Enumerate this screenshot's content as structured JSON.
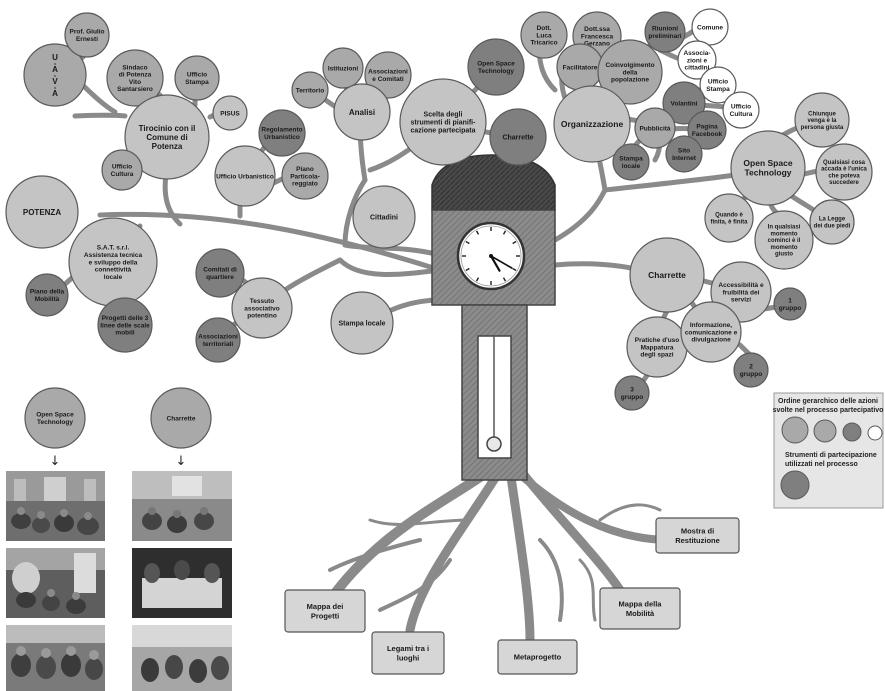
{
  "colors": {
    "branch": "#8a8a8a",
    "node_dark": "#7f7f7f",
    "node_mid": "#a9a9a9",
    "node_light": "#c4c4c4",
    "node_white": "#ffffff",
    "outline": "#5a5a5a",
    "clock_body": "#8c8c8c",
    "clock_top": "#4a4a4a",
    "result_box": "#d6d6d6",
    "legend_box": "#e6e6e6"
  },
  "nodes": {
    "uava": [
      "U",
      "A",
      "V",
      "A"
    ],
    "prof_ernesti": [
      "Prof. Giulio",
      "Ernesti"
    ],
    "sindaco": [
      "Sindaco",
      "di Potenza",
      "Vito",
      "Santarsiero"
    ],
    "ufficio_stampa_top": [
      "Ufficio",
      "Stampa"
    ],
    "pisus": [
      "PISUS"
    ],
    "tirocinio": [
      "Tirocinio con il",
      "Comune di",
      "Potenza"
    ],
    "regolamento": [
      "Regolamento",
      "Urbanistico"
    ],
    "ufficio_urbanistico": [
      "Ufficio Urbanistico"
    ],
    "piano_particolareggiato": [
      "Piano",
      "Particola-",
      "reggiato"
    ],
    "ufficio_cultura_left": [
      "Ufficio",
      "Cultura"
    ],
    "potenza": [
      "POTENZA"
    ],
    "sat": [
      "S.A.T. s.r.l.",
      "Assistenza tecnica",
      "e sviluppo della",
      "connettività",
      "locale"
    ],
    "piano_mobilita_left": [
      "Piano della",
      "Mobilità"
    ],
    "progetti_scale": [
      "Progetti delle 3",
      "linee delle scale",
      "mobili"
    ],
    "istituzioni": [
      "Istituzioni"
    ],
    "associazioni_comitati": [
      "Associazioni",
      "e Comitati"
    ],
    "territorio": [
      "Territorio"
    ],
    "analisi": [
      "Analisi"
    ],
    "open_space_small": [
      "Open Space",
      "Technology"
    ],
    "scelta_strumenti": [
      "Scelta degli",
      "strumenti di pianifi-",
      "cazione partecipata"
    ],
    "charrette_small": [
      "Charrette"
    ],
    "cittadini": [
      "Cittadini"
    ],
    "comitati_quartiere": [
      "Comitati di",
      "quartiere"
    ],
    "tessuto_associativo": [
      "Tessuto",
      "associativo",
      "potentino"
    ],
    "associazioni_territoriali": [
      "Associazioni",
      "territoriali"
    ],
    "stampa_locale_mid": [
      "Stampa locale"
    ],
    "dott_tricarico": [
      "Dott.",
      "Luca",
      "Tricarico"
    ],
    "dott_gerzano": [
      "Dott.ssa",
      "Francesca",
      "Gerzano"
    ],
    "facilitatore": [
      "Facilitatore"
    ],
    "riunioni": [
      "Riunioni",
      "preliminari"
    ],
    "comune": [
      "Comune"
    ],
    "associazioni_cittadini": [
      "Associa-",
      "zioni e",
      "cittadini"
    ],
    "coinvolgimento": [
      "Coinvolgimento",
      "della",
      "popolazione"
    ],
    "ufficio_stampa_right": [
      "Ufficio",
      "Stampa"
    ],
    "volantini": [
      "Volantini"
    ],
    "ufficio_cultura_right": [
      "Ufficio",
      "Cultura"
    ],
    "organizzazione": [
      "Organizzazione"
    ],
    "pubblicita": [
      "Pubblicità"
    ],
    "pagina_facebook": [
      "Pagina",
      "Facebook"
    ],
    "stampa_locale_right": [
      "Stampa",
      "locale"
    ],
    "sito_internet": [
      "Sito",
      "Internet"
    ],
    "open_space_big": [
      "Open Space",
      "Technology"
    ],
    "chiunque": [
      "Chiunque",
      "venga è la",
      "persona giusta"
    ],
    "qualsiasi_cosa": [
      "Qualsiasi cosa",
      "accada è l'unica",
      "che poteva",
      "succedere"
    ],
    "quando_finita": [
      "Quando è",
      "finita, è finita"
    ],
    "in_qualsiasi": [
      "In qualsiasi",
      "momento",
      "cominci è il",
      "momento",
      "giusto"
    ],
    "legge_piedi": [
      "La Legge",
      "dei due piedi"
    ],
    "charrette_big": [
      "Charrette"
    ],
    "accessibilita": [
      "Accessibilità e",
      "fruibilità dei",
      "servizi"
    ],
    "gruppo_1": [
      "1",
      "gruppo"
    ],
    "pratiche_uso": [
      "Pratiche d'uso",
      "Mappatura",
      "degli spazi"
    ],
    "informazione": [
      "Informazione,",
      "comunicazione e",
      "divulgazione"
    ],
    "gruppo_2": [
      "2",
      "gruppo"
    ],
    "gruppo_3": [
      "3",
      "gruppo"
    ]
  },
  "results": {
    "mostra": [
      "Mostra di",
      "Restituzione"
    ],
    "mappa_progetti": [
      "Mappa dei",
      "Progetti"
    ],
    "legami": [
      "Legami tra i",
      "luoghi"
    ],
    "metaprogetto": [
      "Metaprogetto"
    ],
    "mappa_mobilita": [
      "Mappa della",
      "Mobilità"
    ]
  },
  "legend": {
    "title": [
      "Ordine gerarchico delle azioni",
      "svolte nel processo partecipativo"
    ],
    "tools_title": [
      "Strumenti di partecipazione",
      "utilizzati nel processo"
    ]
  },
  "photos": {
    "col1_header": [
      "Open Space",
      "Technology"
    ],
    "col2_header": [
      "Charrette"
    ],
    "arrow": "↓"
  },
  "clock": {
    "hour_hand_angle": 150,
    "minute_hand_angle": 120
  }
}
